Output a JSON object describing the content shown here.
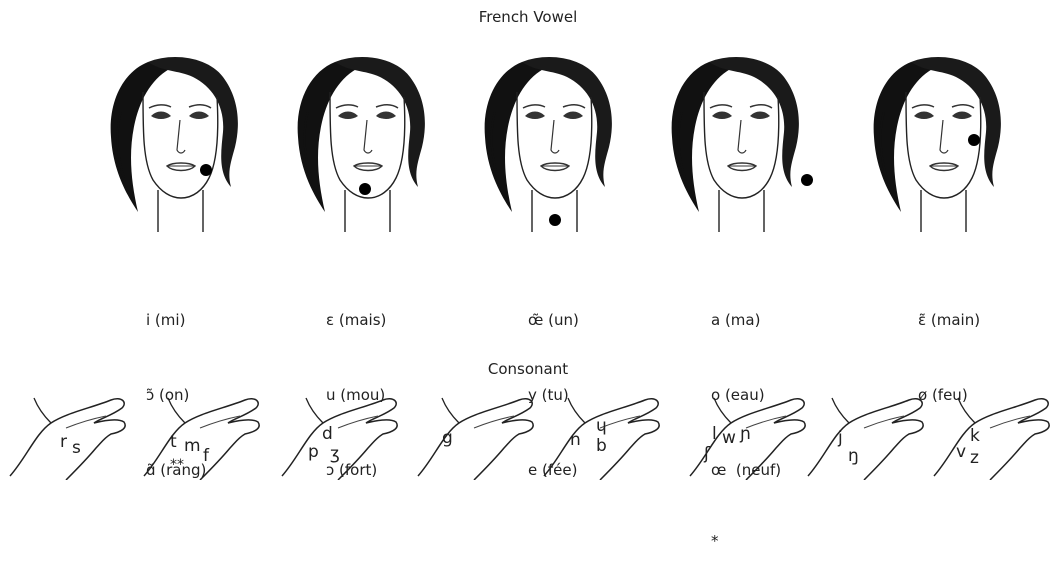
{
  "header": {
    "title": "French Vowel"
  },
  "consonant_header": {
    "title": "Consonant"
  },
  "faces": [
    {
      "position": "side",
      "vowels": [
        "i (mi)",
        "ɔ̃ (on)",
        "ɑ̃ (rang)"
      ]
    },
    {
      "position": "chin",
      "vowels": [
        "ɛ (mais)",
        "u (mou)",
        "ɔ (fort)"
      ]
    },
    {
      "position": "throat",
      "vowels": [
        "œ̃ (un)",
        "y (tu)",
        "e (fée)"
      ]
    },
    {
      "position": "side-forward",
      "vowels": [
        "a (ma)",
        "o (eau)",
        "œ  (neuf)",
        "*"
      ]
    },
    {
      "position": "cheekbone",
      "vowels": [
        "ɛ̃ (main)",
        "ø (feu)"
      ]
    }
  ],
  "hands": [
    {
      "labels": [
        "r",
        "s"
      ]
    },
    {
      "labels": [
        "t",
        "m",
        "f",
        "**"
      ]
    },
    {
      "labels": [
        "p",
        "d",
        "ʒ"
      ]
    },
    {
      "labels": [
        "g"
      ]
    },
    {
      "labels": [
        "n",
        "ɥ",
        "b"
      ]
    },
    {
      "labels": [
        "l",
        "w",
        "ɲ",
        "ʃ"
      ]
    },
    {
      "labels": [
        "j",
        "ŋ"
      ]
    },
    {
      "labels": [
        "v",
        "k",
        "z"
      ]
    }
  ]
}
